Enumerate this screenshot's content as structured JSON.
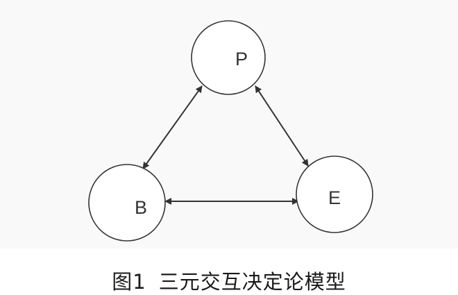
{
  "diagram": {
    "nodes": [
      {
        "id": "P",
        "label": "P"
      },
      {
        "id": "B",
        "label": "B"
      },
      {
        "id": "E",
        "label": "E"
      }
    ],
    "edges": [
      {
        "from": "P",
        "to": "B",
        "direction": "both"
      },
      {
        "from": "P",
        "to": "E",
        "direction": "both"
      },
      {
        "from": "B",
        "to": "E",
        "direction": "both"
      }
    ],
    "colors": {
      "panel_background": "#f9f9f9",
      "stroke": "#333333"
    }
  },
  "caption": {
    "figure_number": "图1",
    "title": "三元交互决定论模型"
  }
}
